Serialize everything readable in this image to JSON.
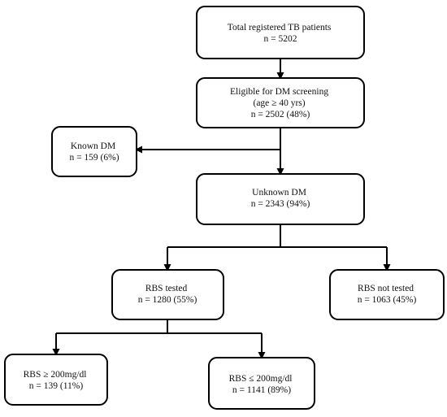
{
  "nodes": [
    {
      "id": "total",
      "lines": [
        "Total registered TB patients",
        "n = 5202"
      ]
    },
    {
      "id": "eligible",
      "lines": [
        "Eligible for DM screening",
        "(age ≥ 40 yrs)",
        "n = 2502 (48%)"
      ]
    },
    {
      "id": "known",
      "lines": [
        "Known DM",
        "n = 159 (6%)"
      ]
    },
    {
      "id": "unknown",
      "lines": [
        "Unknown DM",
        "n = 2343 (94%)"
      ]
    },
    {
      "id": "tested",
      "lines": [
        "RBS tested",
        "n = 1280 (55%)"
      ]
    },
    {
      "id": "not_tested",
      "lines": [
        "RBS not tested",
        "n = 1063 (45%)"
      ]
    },
    {
      "id": "high",
      "lines": [
        "RBS ≥ 200mg/dl",
        "n = 139 (11%)"
      ]
    },
    {
      "id": "low",
      "lines": [
        "RBS ≤ 200mg/dl",
        "n = 1141 (89%)"
      ]
    }
  ],
  "edges": [
    {
      "from": "total",
      "to": "eligible"
    },
    {
      "from": "eligible",
      "to": "known"
    },
    {
      "from": "eligible",
      "to": "unknown"
    },
    {
      "from": "unknown",
      "to": "tested"
    },
    {
      "from": "unknown",
      "to": "not_tested"
    },
    {
      "from": "tested",
      "to": "high"
    },
    {
      "from": "tested",
      "to": "low"
    }
  ]
}
